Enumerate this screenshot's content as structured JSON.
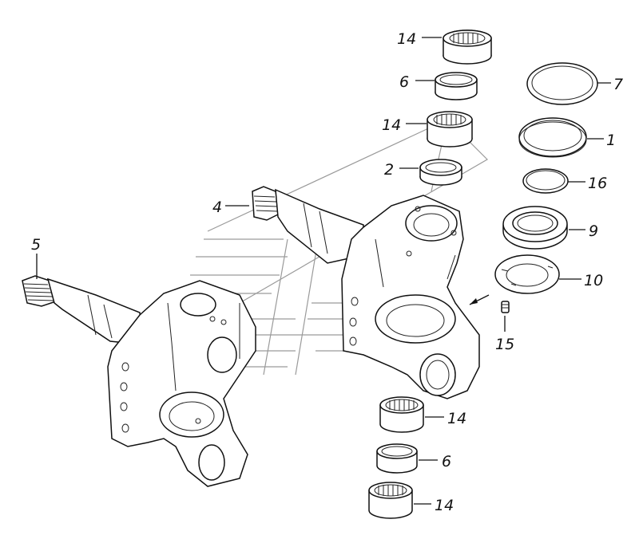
{
  "callouts": [
    {
      "id": "c14a",
      "text": "14"
    },
    {
      "id": "c6a",
      "text": "6"
    },
    {
      "id": "c14b",
      "text": "14"
    },
    {
      "id": "c2",
      "text": "2"
    },
    {
      "id": "c4",
      "text": "4"
    },
    {
      "id": "c5",
      "text": "5"
    },
    {
      "id": "c7",
      "text": "7"
    },
    {
      "id": "c1",
      "text": "1"
    },
    {
      "id": "c16",
      "text": "16"
    },
    {
      "id": "c9",
      "text": "9"
    },
    {
      "id": "c10",
      "text": "10"
    },
    {
      "id": "c15",
      "text": "15"
    },
    {
      "id": "c14c",
      "text": "14"
    },
    {
      "id": "c6b",
      "text": "6"
    },
    {
      "id": "c14d",
      "text": "14"
    }
  ],
  "colors": {
    "line": "#111111",
    "watermark": "#9a9a9a",
    "background": "#ffffff"
  }
}
